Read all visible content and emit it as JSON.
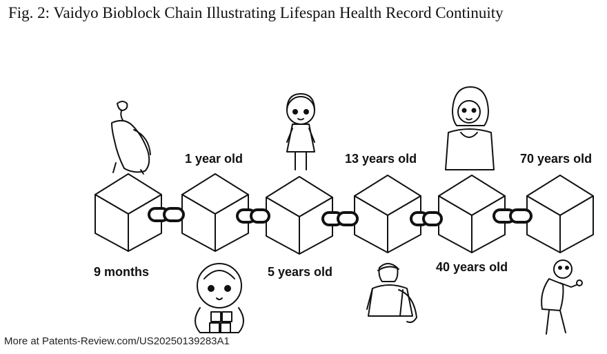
{
  "title": "Fig. 2: Vaidyo Bioblock Chain Illustrating Lifespan Health Record Continuity",
  "labels": {
    "months9": "9 months",
    "year1": "1 year old",
    "years5": "5 years old",
    "years13": "13 years old",
    "years40": "40 years old",
    "years70": "70 years old"
  },
  "footer": "More at Patents-Review.com/US20250139283A1"
}
